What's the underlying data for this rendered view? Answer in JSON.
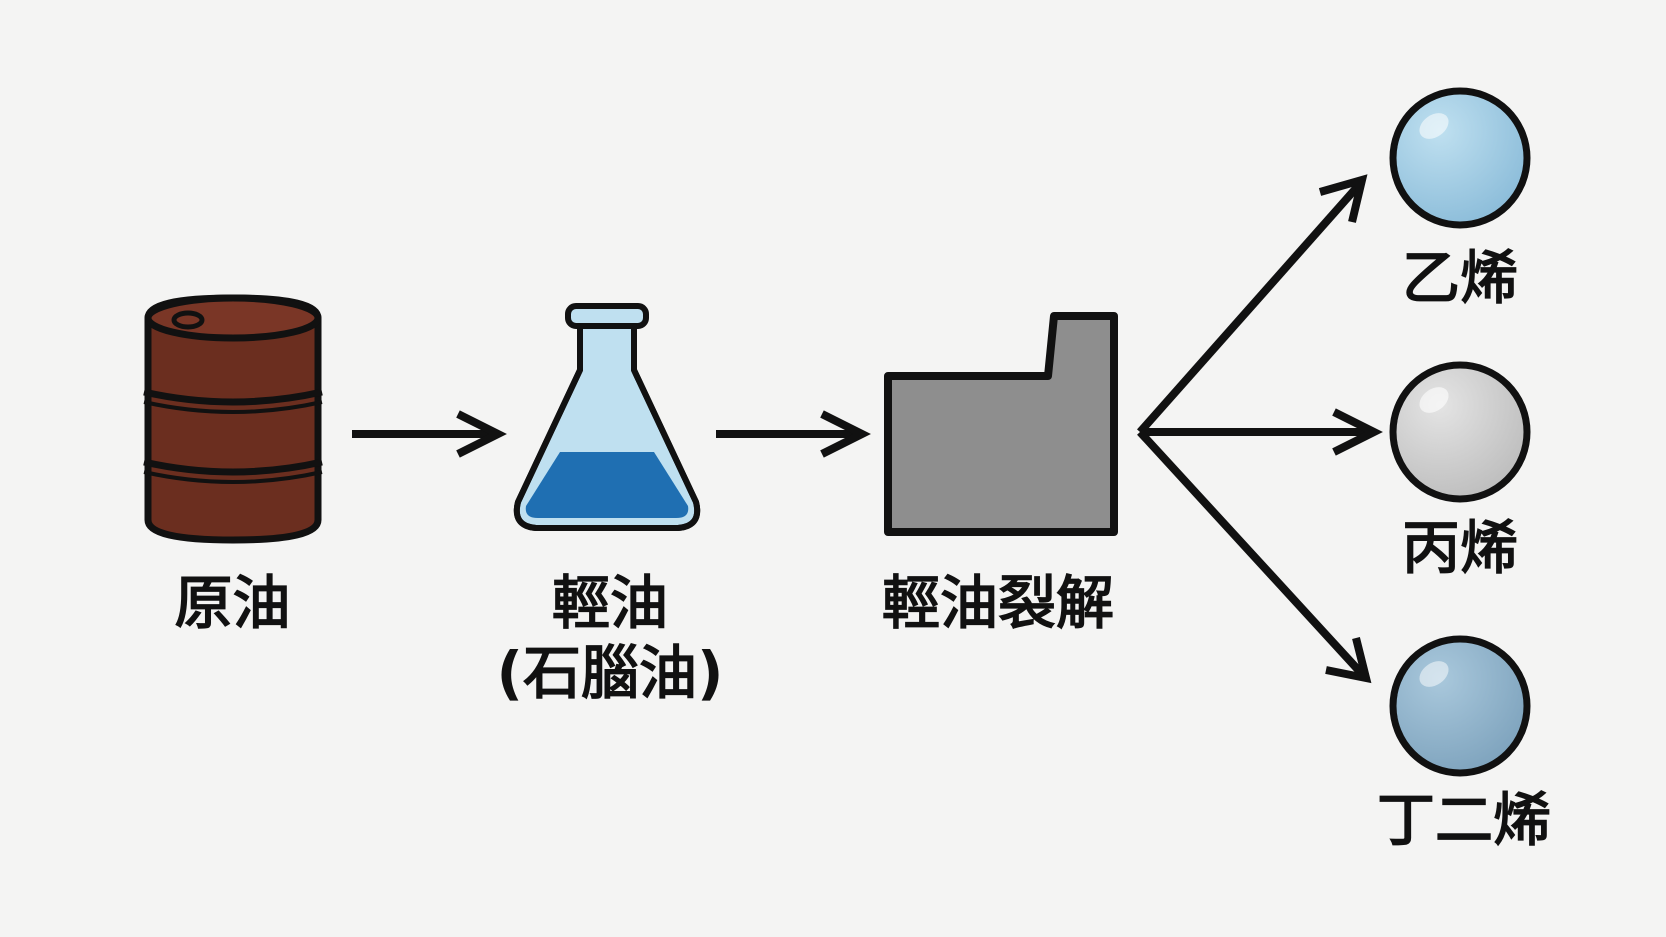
{
  "nodes": {
    "crude_oil": {
      "label": "原油",
      "icon": "oil-barrel-icon",
      "color": "#6b2e1f"
    },
    "naphtha": {
      "label_line1": "輕油",
      "label_line2": "(石腦油)",
      "icon": "flask-icon",
      "liquid_color": "#1f6fb2"
    },
    "cracking": {
      "label": "輕油裂解",
      "icon": "factory-icon",
      "color": "#8e8e8e"
    },
    "ethylene": {
      "label": "乙烯",
      "icon": "sphere-icon",
      "color": "#93c4df"
    },
    "propylene": {
      "label": "丙烯",
      "icon": "sphere-icon",
      "color": "#c8c8c8"
    },
    "butadiene": {
      "label": "丁二烯",
      "icon": "sphere-icon",
      "color": "#86abc4"
    }
  }
}
